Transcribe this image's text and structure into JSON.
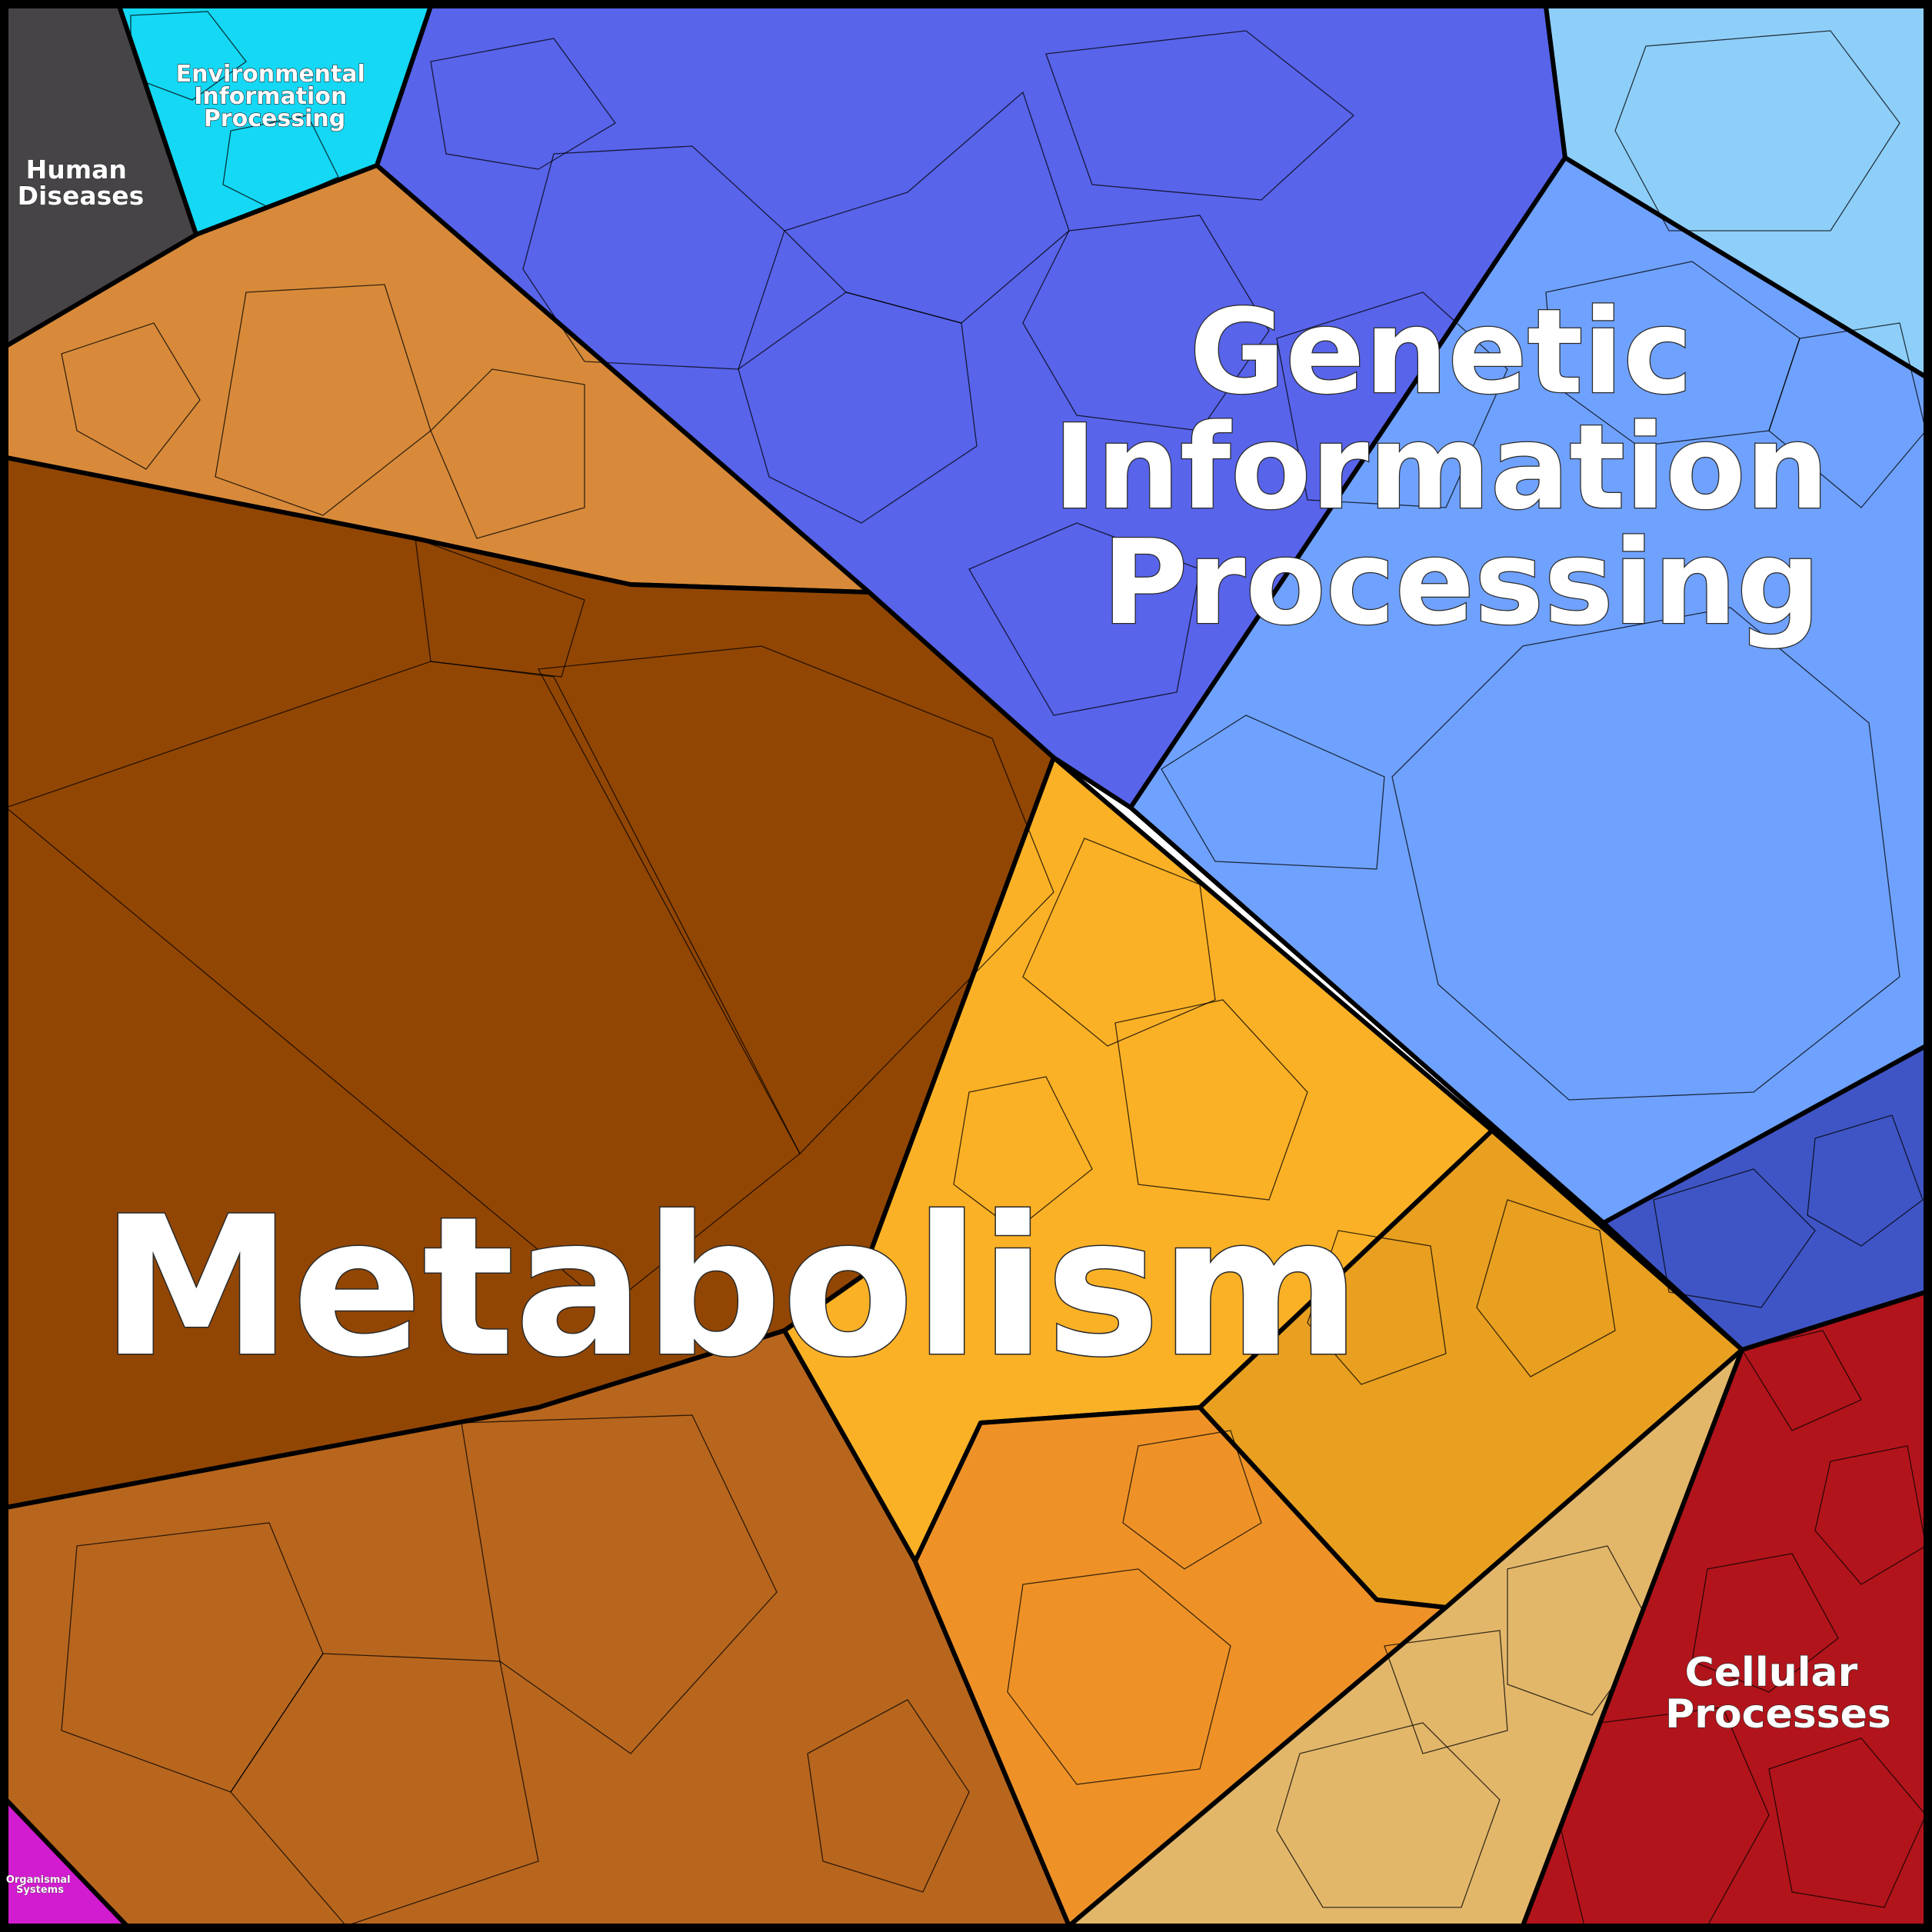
{
  "categories": [
    {
      "key": "metabolism",
      "label_lines": [
        "Metabolism"
      ],
      "color": "#8f4505"
    },
    {
      "key": "genetic",
      "label_lines": [
        "Genetic",
        "Information",
        "Processing"
      ],
      "color": "#5b64e8"
    },
    {
      "key": "cellular",
      "label_lines": [
        "Cellular",
        "Processes"
      ],
      "color": "#c0181f"
    },
    {
      "key": "environmental",
      "label_lines": [
        "Environmental",
        "Information",
        "Processing"
      ],
      "color": "#0fd3f0"
    },
    {
      "key": "human",
      "label_lines": [
        "Human",
        "Diseases"
      ],
      "color": "#474447"
    },
    {
      "key": "organismal",
      "label_lines": [
        "Organismal",
        "Systems"
      ],
      "color": "#d21ccf"
    }
  ]
}
